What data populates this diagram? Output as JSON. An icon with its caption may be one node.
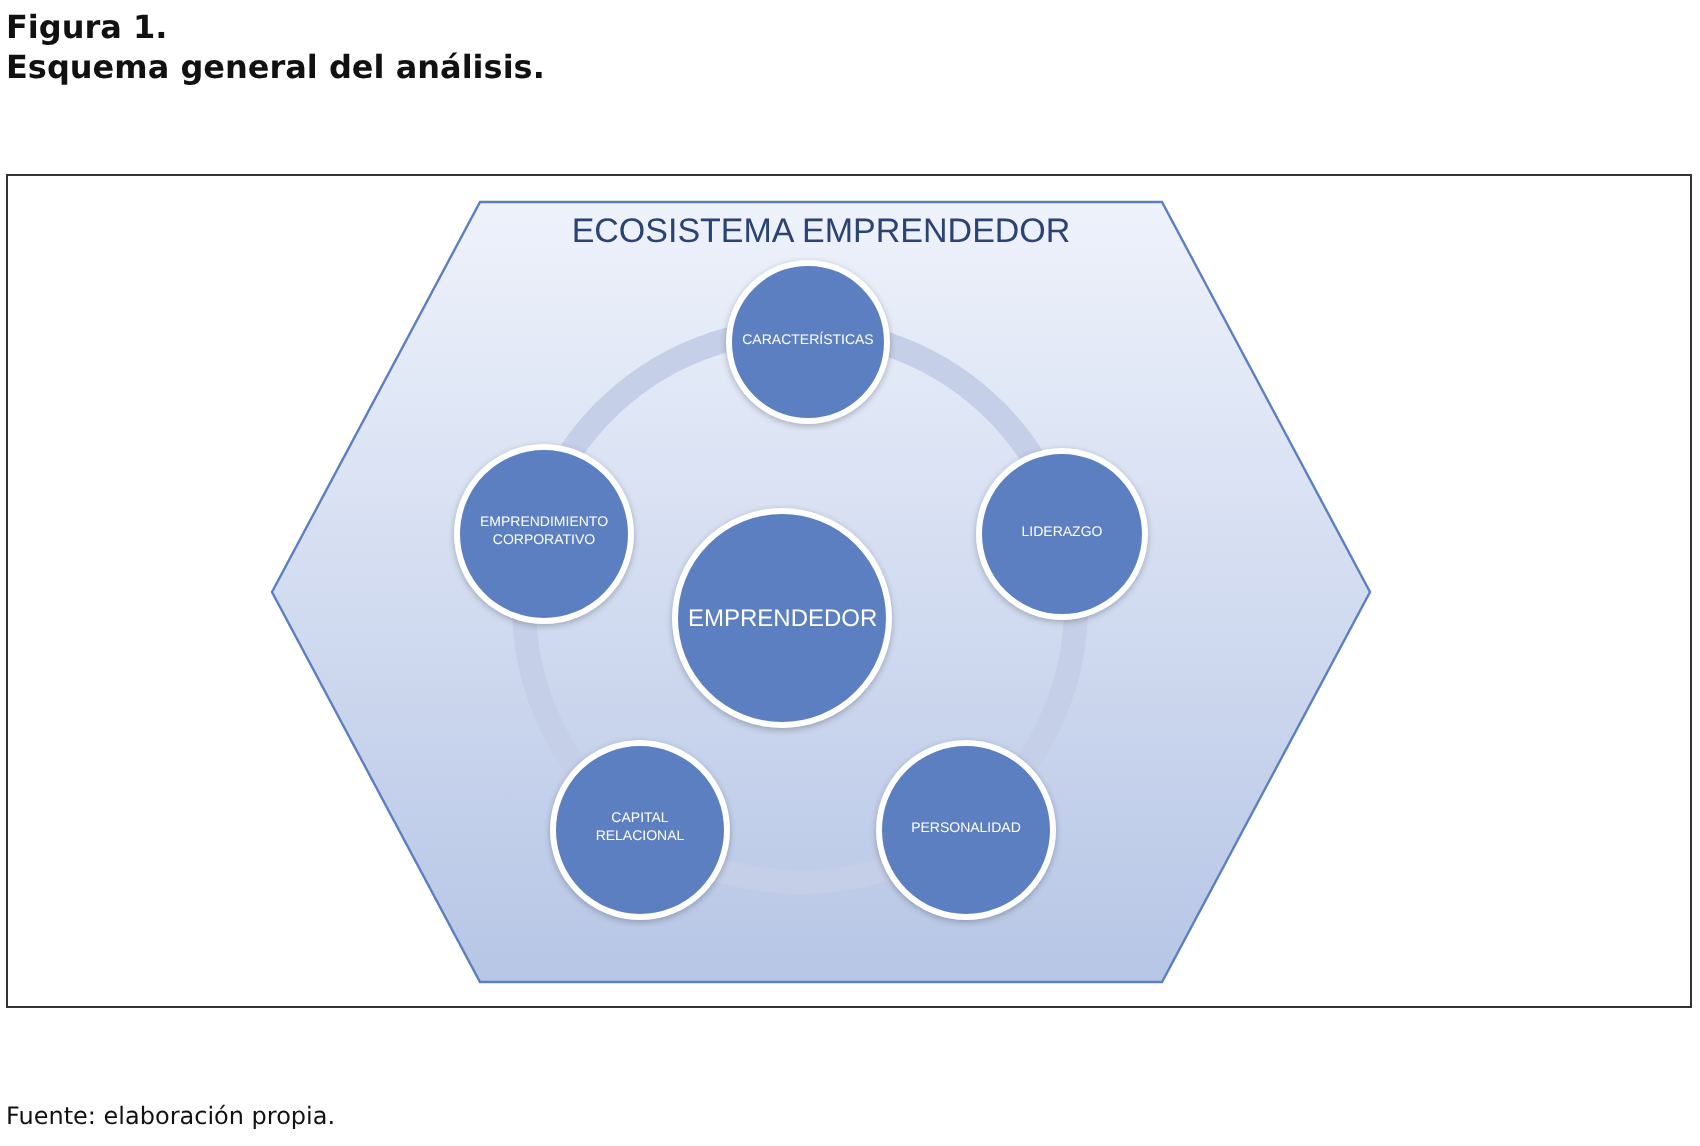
{
  "diagram": {
    "title": "Figura 1.",
    "caption": "Fuente: elaboración propia.",
    "nodes": [
      {
        "text": [
          "ECOSISTEMA EMPRENDEDOR"
        ]
      },
      {
        "text": [
          "CARACTERÍSTICAS"
        ],
        "in": 0
      },
      {
        "text": [
          "EMPRENDIMIENTO CORPORATIVO"
        ],
        "in": 0
      },
      {
        "text": [
          "EMPRENDEDOR"
        ],
        "in": 0
      },
      {
        "text": [
          "LIDERAZGO"
        ],
        "in": 0
      },
      {
        "text": [
          "CAPITAL RELACIONAL"
        ],
        "in": 0
      },
      {
        "text": [
          "PERSONALIDAD"
        ],
        "in": 0
      }
    ],
    "edges": [],
    "labels": [
      "Esquema general del análisis."
    ]
  }
}
